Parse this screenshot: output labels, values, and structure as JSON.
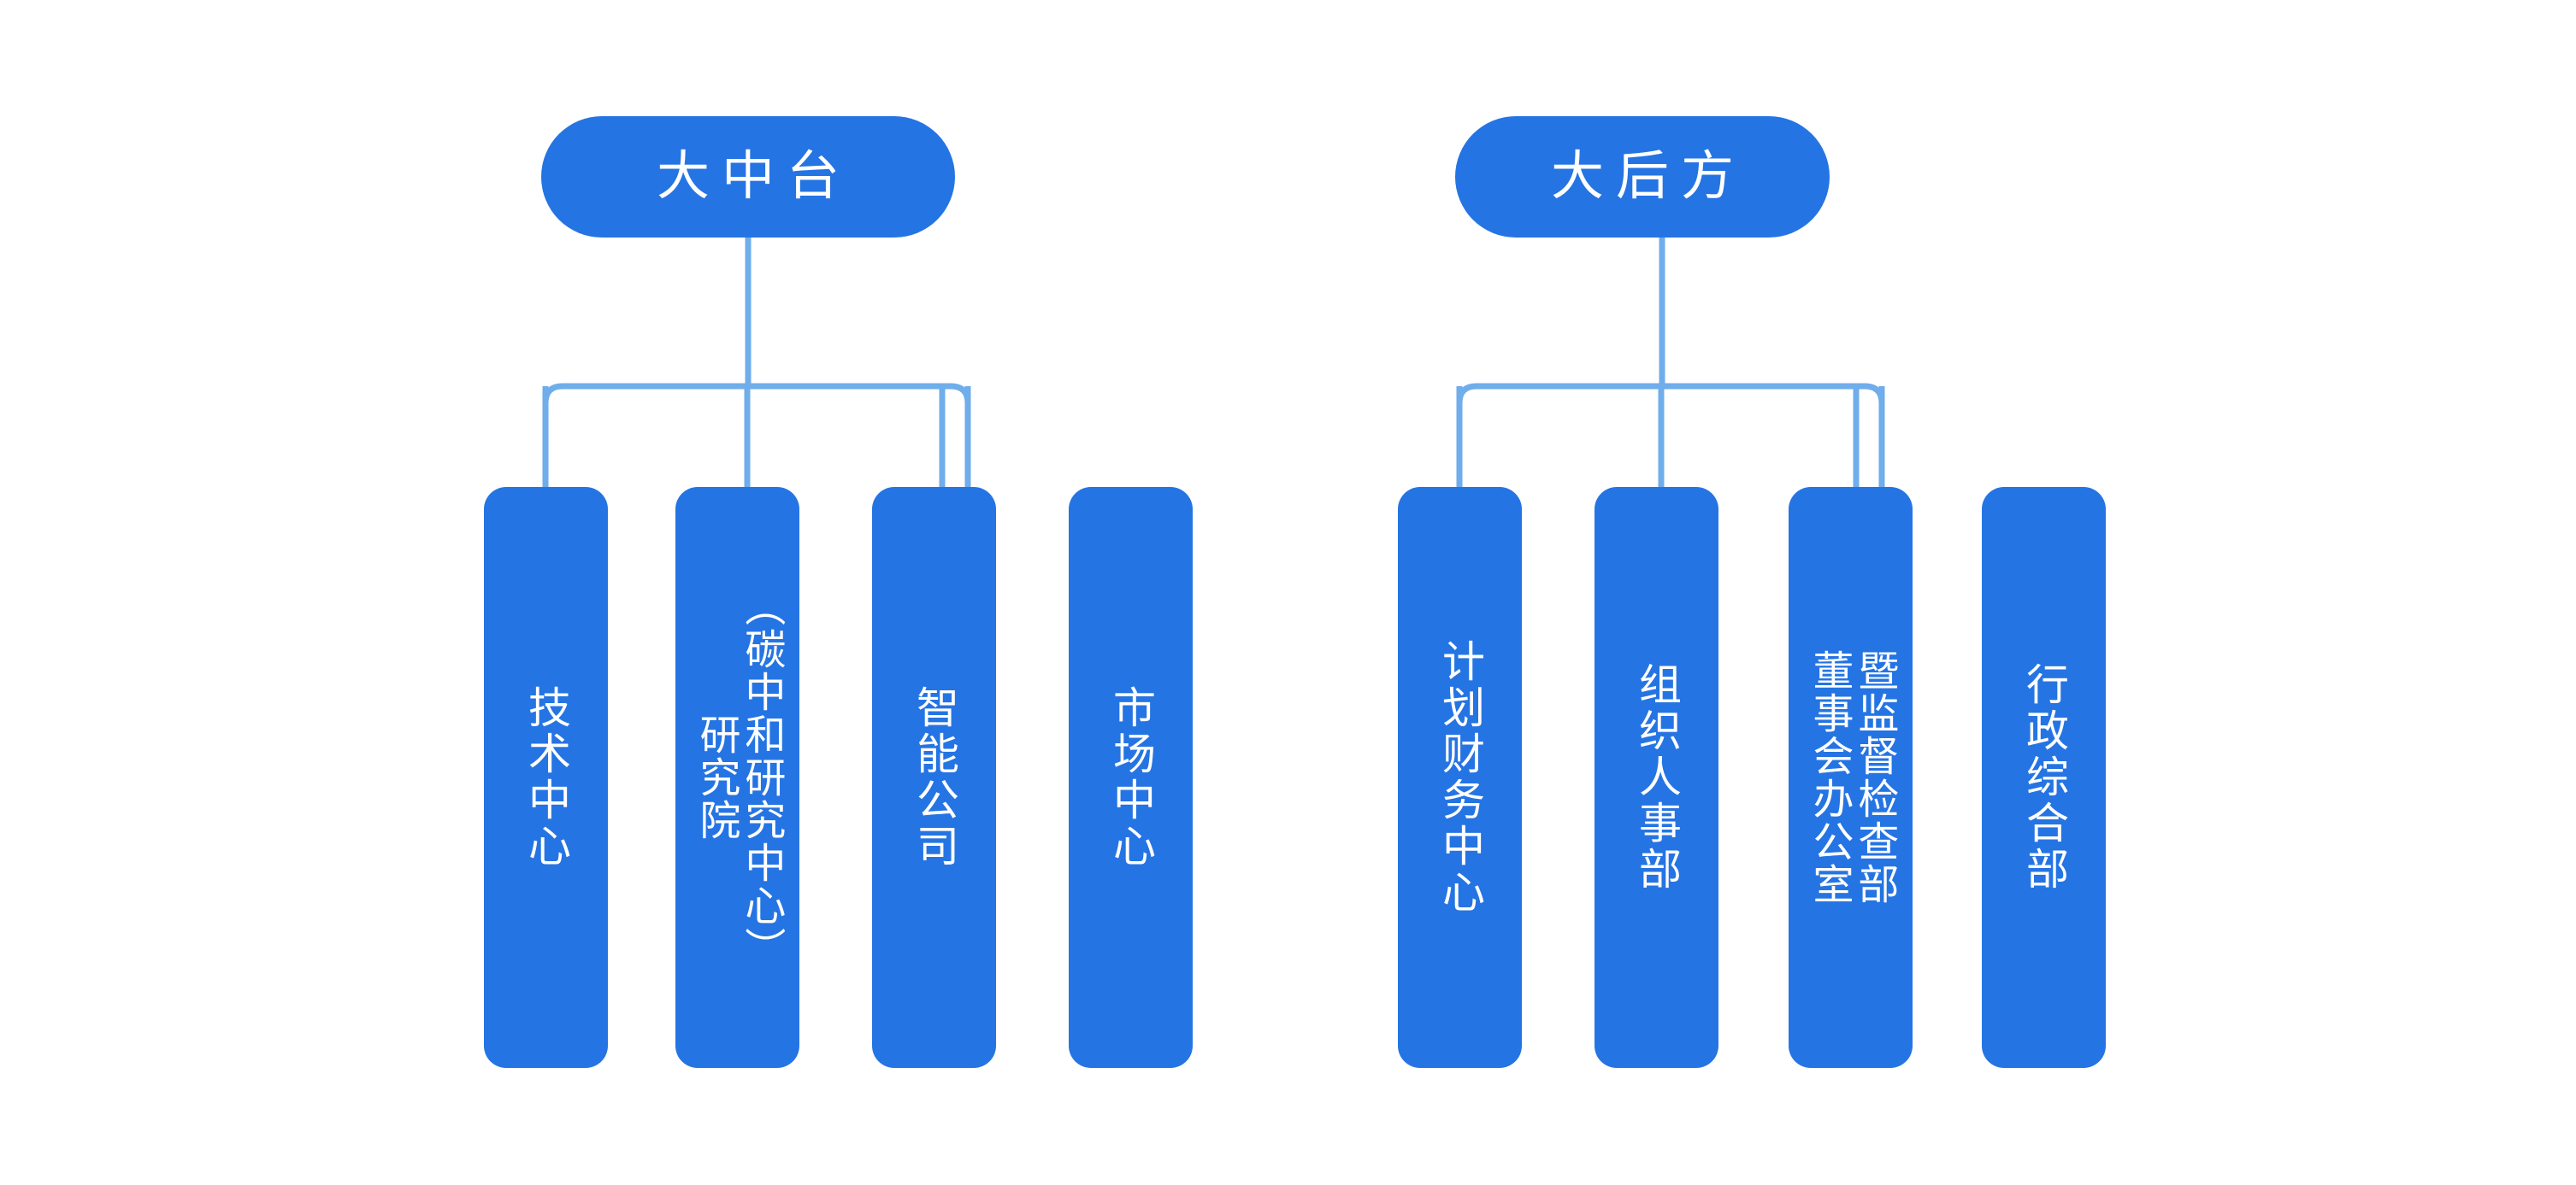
{
  "diagram": {
    "type": "org-chart",
    "title_text": "",
    "background_color": "#ffffff",
    "node_color": "#2574e3",
    "connector_color": "#6fadeb",
    "text_color": "#ffffff",
    "orientation": "vertical-text-chinese",
    "groups": [
      {
        "id": "group-left",
        "root": {
          "label": "大中台",
          "shape": "pill"
        },
        "children": [
          {
            "id": "leaf-jishu-zhongxin",
            "columns": [
              "技术中心"
            ],
            "label": "技术中心"
          },
          {
            "id": "leaf-yanjiuyuan",
            "columns": [
              "（碳中和研究中心）",
              "研究院"
            ],
            "label": "研究院（碳中和研究中心）"
          },
          {
            "id": "leaf-zhineng-gongsi",
            "columns": [
              "智能公司"
            ],
            "label": "智能公司"
          },
          {
            "id": "leaf-shichang-zhongxin",
            "columns": [
              "市场中心"
            ],
            "label": "市场中心"
          }
        ]
      },
      {
        "id": "group-right",
        "root": {
          "label": "大后方",
          "shape": "pill"
        },
        "children": [
          {
            "id": "leaf-jihua-caiwu-zhongxin",
            "columns": [
              "计划财务中心"
            ],
            "label": "计划财务中心"
          },
          {
            "id": "leaf-zuzhi-renshi-bu",
            "columns": [
              "组织人事部"
            ],
            "label": "组织人事部"
          },
          {
            "id": "leaf-jiandu-jiancha-bu",
            "columns": [
              "暨监督检查部",
              "董事会办公室"
            ],
            "label": "监督检查部暨董事会办公室"
          },
          {
            "id": "leaf-xingzheng-zonghe-bu",
            "columns": [
              "行政综合部"
            ],
            "label": "行政综合部"
          }
        ]
      }
    ]
  }
}
